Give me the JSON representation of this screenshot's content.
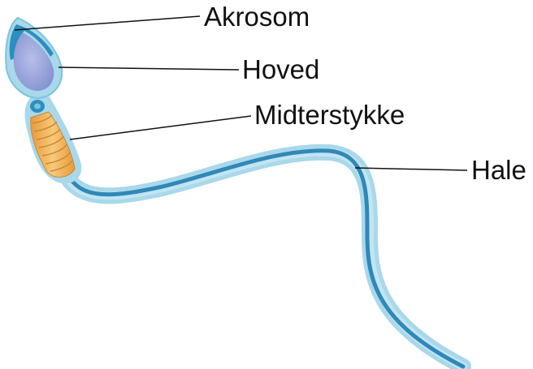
{
  "labels": {
    "akrosom": "Akrosom",
    "hoved": "Hoved",
    "midterstykke": "Midterstykke",
    "hale": "Hale"
  },
  "colors": {
    "membrane": "#a9d8ea",
    "membrane_edge": "#7cc3de",
    "tail_core": "#2f88b8",
    "head_nucleus": "#9aa6dc",
    "acrosome": "#2a8fbf",
    "midpiece": "#f2b35a",
    "leader_line": "#111111"
  }
}
